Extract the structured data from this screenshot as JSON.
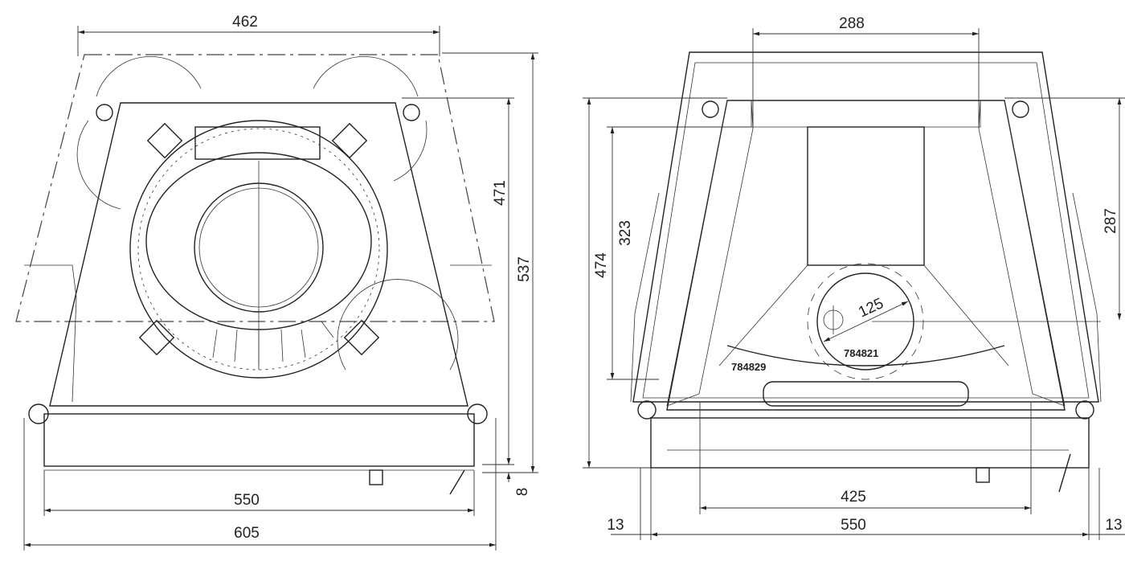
{
  "front_view": {
    "dimensions": {
      "top_width": "462",
      "inner_height": "471",
      "total_height": "537",
      "base_offset": "8",
      "base_width": "550",
      "total_width": "605"
    }
  },
  "side_view": {
    "dimensions": {
      "top_width": "288",
      "right_height": "287",
      "total_height": "474",
      "inner_height": "323",
      "flue_diameter": "125",
      "inner_width": "425",
      "left_margin": "13",
      "base_width": "550",
      "right_margin": "13"
    },
    "part_labels": {
      "flue_part": "784821",
      "plate_part": "784829"
    }
  }
}
